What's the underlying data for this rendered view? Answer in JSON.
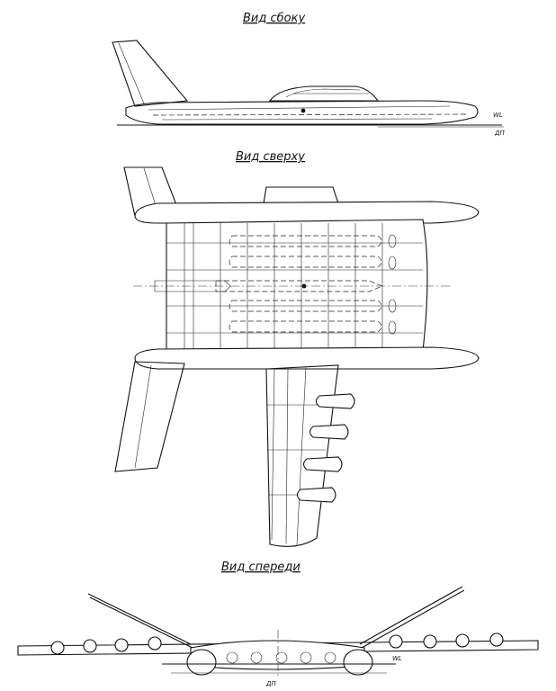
{
  "views": {
    "side": {
      "title": "Вид сбоку",
      "wl": "WL",
      "baseline": "ДП"
    },
    "top": {
      "title": "Вид сверху"
    },
    "front": {
      "title": "Вид спереди",
      "wl": "WL",
      "baseline": "ДП"
    }
  }
}
